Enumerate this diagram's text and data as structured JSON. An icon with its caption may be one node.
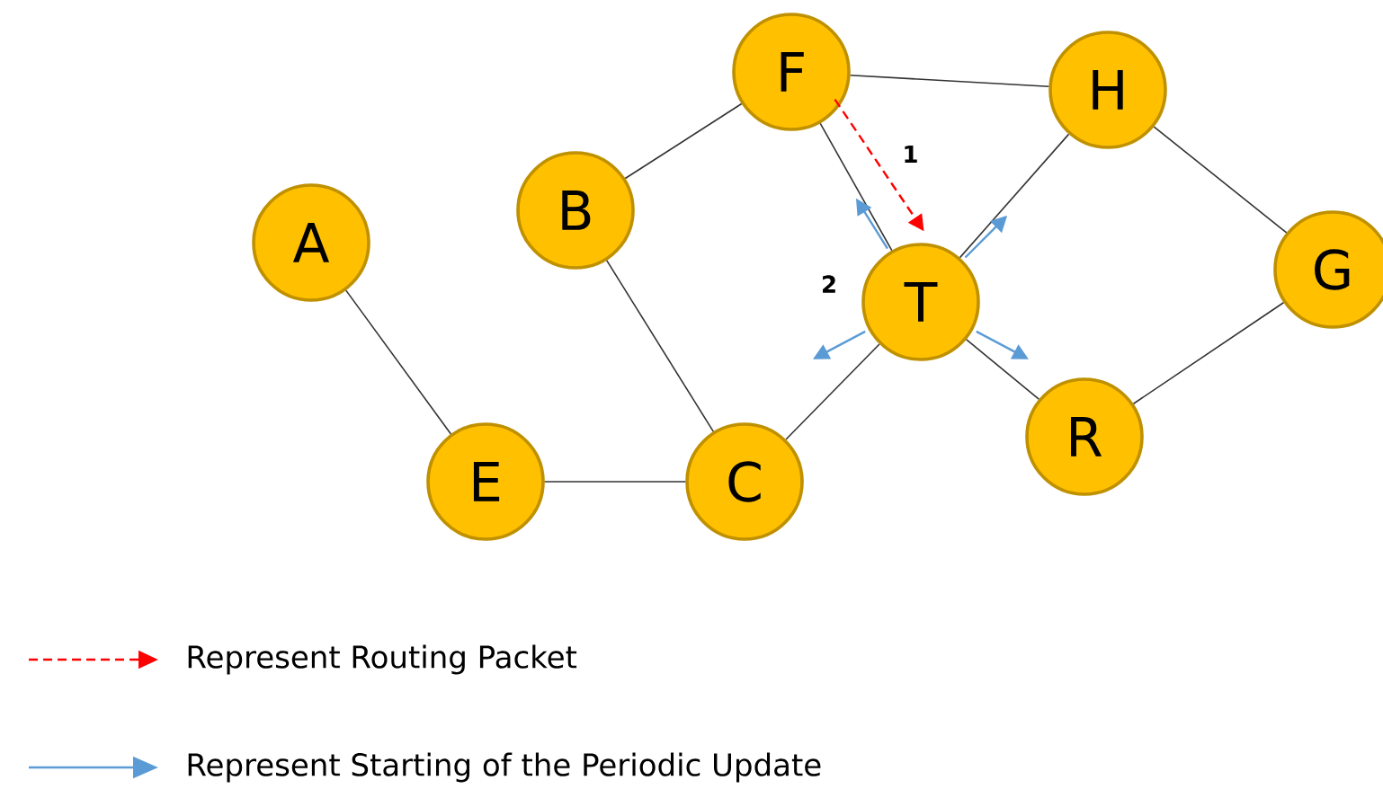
{
  "diagram": {
    "nodes": [
      {
        "text": [
          "F"
        ]
      },
      {
        "text": [
          "H"
        ]
      },
      {
        "text": [
          "B"
        ]
      },
      {
        "text": [
          "A"
        ]
      },
      {
        "text": [
          "G"
        ]
      },
      {
        "text": [
          "T"
        ]
      },
      {
        "text": [
          "R"
        ]
      },
      {
        "text": [
          "E"
        ]
      },
      {
        "text": [
          "C"
        ]
      }
    ],
    "edges": [
      {
        "from": 3,
        "to": 7,
        "arrow": "none"
      },
      {
        "from": 7,
        "to": 8,
        "arrow": "none"
      },
      {
        "from": 8,
        "to": 2,
        "arrow": "none"
      },
      {
        "from": 2,
        "to": 0,
        "arrow": "none"
      },
      {
        "from": 0,
        "to": 1,
        "arrow": "none"
      },
      {
        "from": 0,
        "to": 5,
        "arrow": "none"
      },
      {
        "from": 1,
        "to": 5,
        "arrow": "none"
      },
      {
        "from": 1,
        "to": 4,
        "arrow": "none"
      },
      {
        "from": 4,
        "to": 6,
        "arrow": "none"
      },
      {
        "from": 6,
        "to": 5,
        "arrow": "none"
      },
      {
        "from": 5,
        "to": 8,
        "arrow": "none"
      },
      {
        "from": 0,
        "to": 5,
        "arrow": "to",
        "label": "1",
        "style": "dashed",
        "color": "#ff0000"
      },
      {
        "from": 5,
        "to": null,
        "arrow": "to",
        "color": "#5b9bd5"
      },
      {
        "from": 5,
        "to": null,
        "arrow": "to",
        "color": "#5b9bd5"
      },
      {
        "from": 5,
        "to": null,
        "arrow": "to",
        "color": "#5b9bd5"
      },
      {
        "from": 5,
        "to": null,
        "arrow": "to",
        "color": "#5b9bd5"
      }
    ],
    "labels": [
      "2"
    ],
    "legend": [
      {
        "text": "Represent Routing Packet"
      },
      {
        "text": "Represent Starting of the Periodic Update"
      }
    ]
  }
}
